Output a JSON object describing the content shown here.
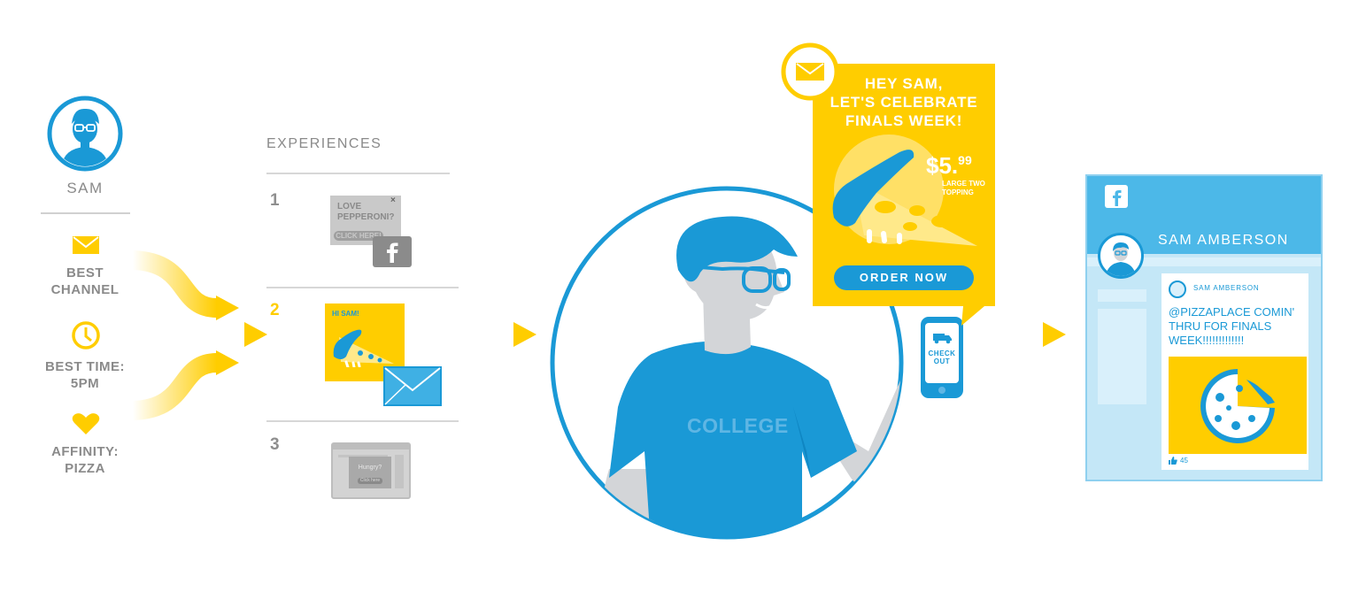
{
  "persona": {
    "name": "SAM",
    "attributes": [
      {
        "label": "BEST\nCHANNEL",
        "icon": "envelope-icon"
      },
      {
        "label": "BEST TIME:\n5PM",
        "icon": "clock-icon"
      },
      {
        "label": "AFFINITY:\nPIZZA",
        "icon": "heart-icon"
      }
    ]
  },
  "experiences": {
    "heading": "EXPERIENCES",
    "items": [
      {
        "number": "1",
        "card_text": "LOVE\nPEPPERONI?",
        "card_button": "CLICK HERE!",
        "close": "×",
        "channel_icon": "facebook-icon"
      },
      {
        "number": "2",
        "card_text": "HI SAM!",
        "channel_icon": "envelope-icon"
      },
      {
        "number": "3",
        "card_text": "Hungry?",
        "card_button": "Click here",
        "channel_icon": "browser-icon"
      }
    ]
  },
  "center": {
    "shirt_text": "COLLEGE",
    "phone_text": "CHECK\nOUT"
  },
  "email_ad": {
    "headline": "HEY SAM,\nLET'S CELEBRATE\nFINALS WEEK!",
    "price_main": "$5.",
    "price_cents": "99",
    "price_note": "LARGE TWO\nTOPPING",
    "cta": "ORDER NOW"
  },
  "facebook_post": {
    "profile_name": "SAM AMBERSON",
    "post_author": "SAM AMBERSON",
    "post_text": "@PIZZAPLACE COMIN'\nTHRU FOR FINALS\nWEEK!!!!!!!!!!!!!",
    "likes": "45"
  },
  "colors": {
    "accent_yellow": "#ffcd00",
    "accent_blue": "#1a99d6",
    "gray": "#8a8a8a",
    "light_blue": "#c4e7f7"
  }
}
